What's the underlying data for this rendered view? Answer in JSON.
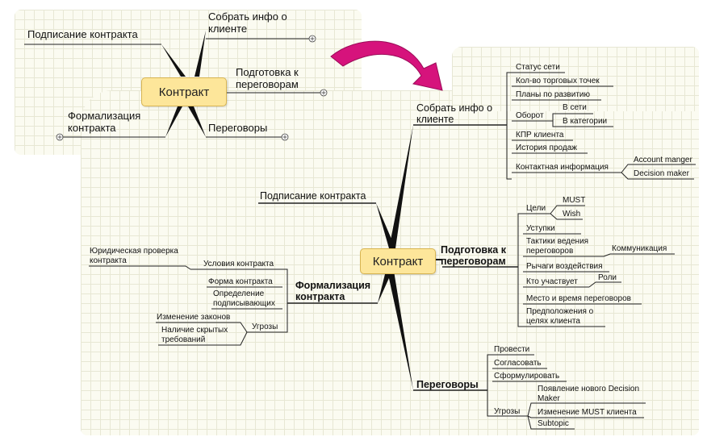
{
  "colors": {
    "central_fill": "#fde69a",
    "central_border": "#d8b552",
    "arrow": "#d6137c",
    "grid": "#e7e7d4"
  },
  "icons": {
    "expand": "plus-circle-icon",
    "transition_arrow": "curved-arrow-icon"
  },
  "small_map": {
    "central": "Контракт",
    "branches": {
      "collect": "Собрать инфо о клиенте",
      "signing": "Подписание контракта",
      "prep": "Подготовка к переговорам",
      "formal": "Формализация контракта",
      "neg": "Переговоры"
    }
  },
  "large_map": {
    "central": "Контракт",
    "collect": {
      "label": "Собрать инфо о клиенте",
      "items": {
        "status": "Статус сети",
        "points": "Кол-во торговых точек",
        "plans": "Планы по развитию",
        "turnover": "Оборот",
        "turnover_net": "В сети",
        "turnover_cat": "В категории",
        "kpr": "КПР клиента",
        "history": "История продаж",
        "contacts": "Контактная информация",
        "acc_manager": "Account manger",
        "decision_maker": "Decision maker"
      }
    },
    "signing": {
      "label": "Подписание контракта"
    },
    "prep": {
      "label": "Подготовка к переговорам",
      "items": {
        "goals": "Цели",
        "must": "MUST",
        "wish": "Wish",
        "concessions": "Уступки",
        "tactics": "Тактики ведения переговоров",
        "communication": "Коммуникация",
        "levers": "Рычаги воздействия",
        "who": "Кто участвует",
        "roles": "Роли",
        "place": "Место и время переговоров",
        "assumptions": "Предположения о целях клиента"
      }
    },
    "formal": {
      "label": "Формализация контракта",
      "items": {
        "legal": "Юридическая проверка контракта",
        "conditions": "Условия контракта",
        "form": "Форма контракта",
        "signers": "Определение подписывающих",
        "threats": "Угрозы",
        "law": "Изменение законов",
        "hidden": "Наличие скрытых требований"
      }
    },
    "neg": {
      "label": "Переговоры",
      "items": {
        "conduct": "Провести",
        "agree": "Согласовать",
        "formulate": "Сформулировать",
        "threats": "Угрозы",
        "new_dm": "Появление нового Decision Maker",
        "must_change": "Изменение MUST клиента",
        "subtopic": "Subtopic"
      }
    }
  }
}
